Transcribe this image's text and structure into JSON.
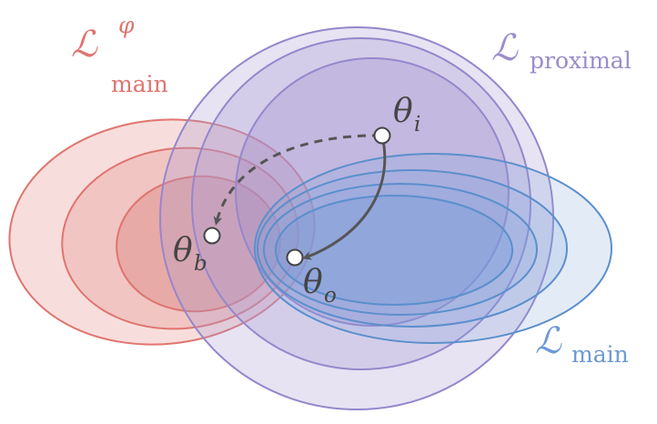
{
  "labels": {
    "l_main_phi": {
      "base": "ℒ",
      "sup": "φ",
      "sub": "main"
    },
    "l_proximal": {
      "base": "ℒ",
      "sub": "proximal"
    },
    "l_main": {
      "base": "ℒ",
      "sub": "main"
    },
    "theta_i": {
      "base": "θ",
      "sub": "i"
    },
    "theta_b": {
      "base": "θ",
      "sub": "b"
    },
    "theta_o": {
      "base": "θ",
      "sub": "o"
    }
  },
  "colors": {
    "red_stroke": "#e07470",
    "red_fill": "#e8a09c",
    "purple_stroke": "#9587cc",
    "purple_fill": "#a99bd3",
    "blue_stroke": "#5b8fcc",
    "blue_fill": "#7ea2dc",
    "arrow": "#555555",
    "label_red": "#e07470",
    "label_purple": "#9b8ccb",
    "label_blue": "#6e99d4",
    "label_theta": "#444444"
  }
}
